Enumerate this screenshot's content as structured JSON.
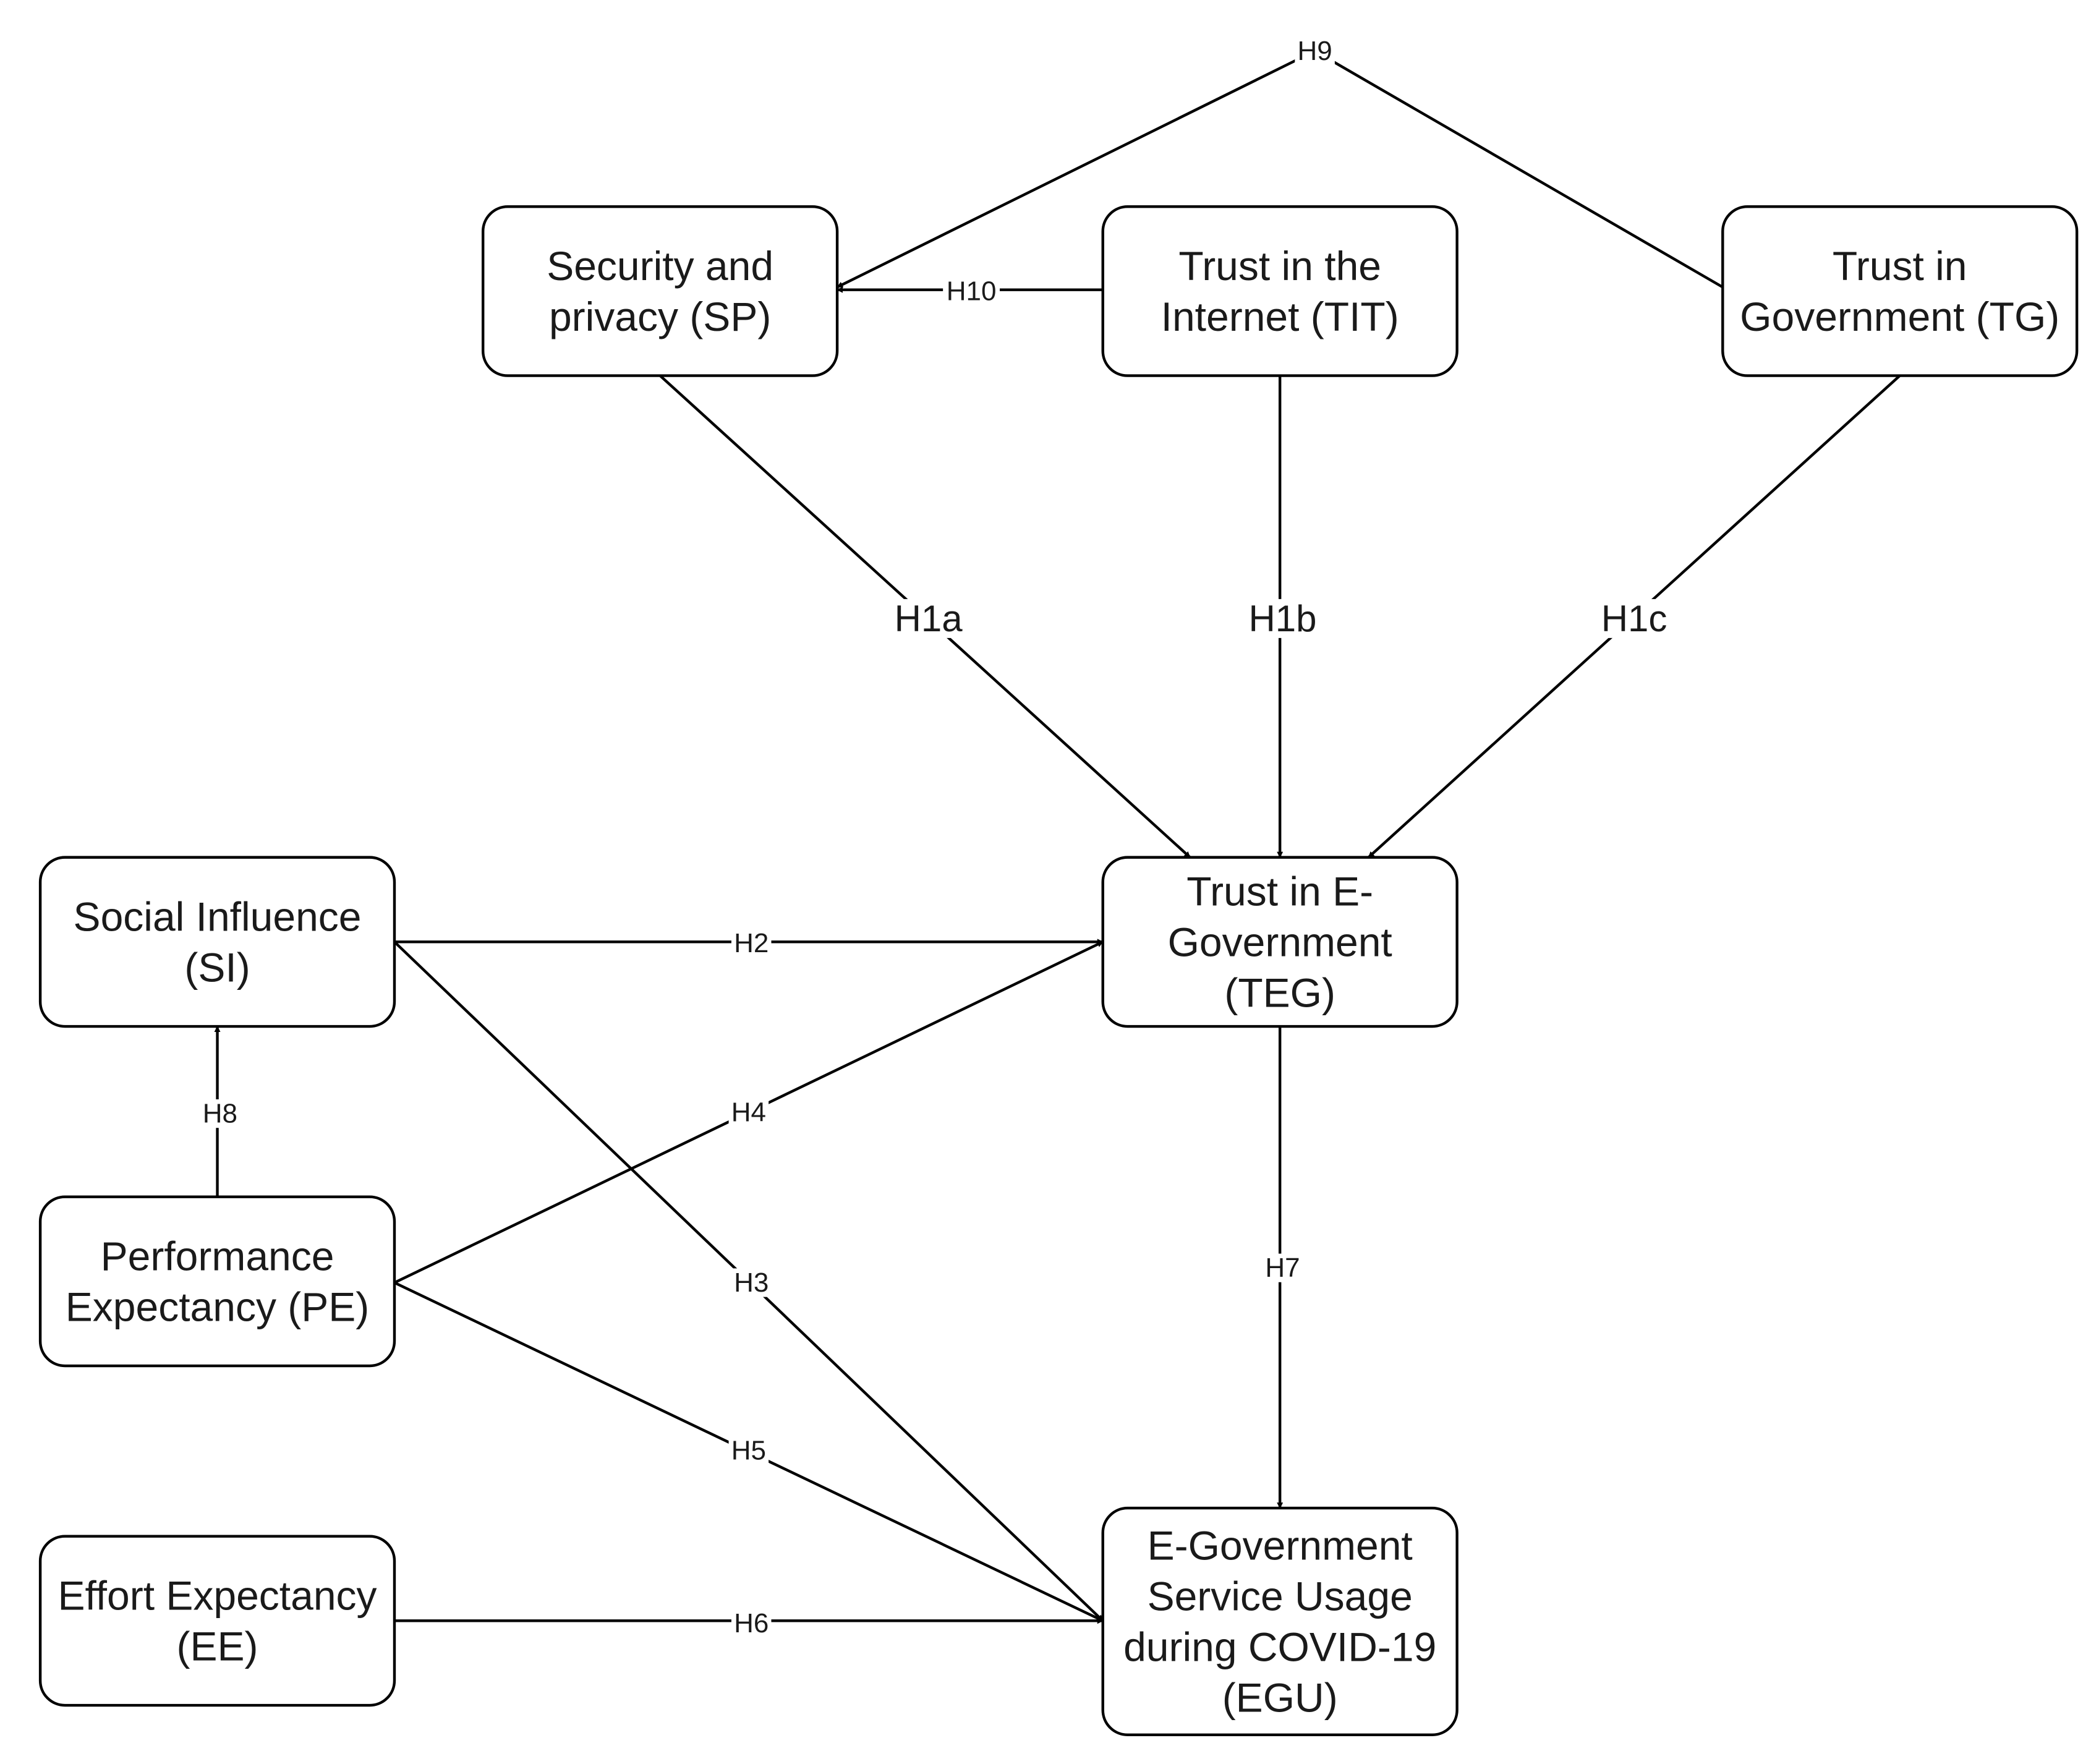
{
  "diagram": {
    "nodes": [
      {
        "id": "SP",
        "lines": [
          "Security and",
          "privacy (SP)"
        ]
      },
      {
        "id": "TIT",
        "lines": [
          "Trust in the",
          "Internet (TIT)"
        ]
      },
      {
        "id": "TG",
        "lines": [
          "Trust in",
          "Government (TG)"
        ]
      },
      {
        "id": "SI",
        "lines": [
          "Social Influence",
          "(SI)"
        ]
      },
      {
        "id": "TEG",
        "lines": [
          "Trust in E-",
          "Government",
          "(TEG)"
        ]
      },
      {
        "id": "PE",
        "lines": [
          "Performance",
          "Expectancy (PE)"
        ]
      },
      {
        "id": "EE",
        "lines": [
          "Effort Expectancy",
          "(EE)"
        ]
      },
      {
        "id": "EGU",
        "lines": [
          "E-Government",
          "Service Usage",
          "during COVID-19",
          "(EGU)"
        ]
      }
    ],
    "edges": [
      {
        "id": "H9",
        "label": "H9",
        "from": "TG",
        "to": "SP"
      },
      {
        "id": "H10",
        "label": "H10",
        "from": "TIT",
        "to": "SP"
      },
      {
        "id": "H1a",
        "label": "H1a",
        "from": "SP",
        "to": "TEG"
      },
      {
        "id": "H1b",
        "label": "H1b",
        "from": "TIT",
        "to": "TEG"
      },
      {
        "id": "H1c",
        "label": "H1c",
        "from": "TG",
        "to": "TEG"
      },
      {
        "id": "H2",
        "label": "H2",
        "from": "SI",
        "to": "TEG"
      },
      {
        "id": "H3",
        "label": "H3",
        "from": "SI",
        "to": "EGU"
      },
      {
        "id": "H4",
        "label": "H4",
        "from": "PE",
        "to": "TEG"
      },
      {
        "id": "H5",
        "label": "H5",
        "from": "PE",
        "to": "EGU"
      },
      {
        "id": "H6",
        "label": "H6",
        "from": "EE",
        "to": "EGU"
      },
      {
        "id": "H7",
        "label": "H7",
        "from": "TEG",
        "to": "EGU"
      },
      {
        "id": "H8",
        "label": "H8",
        "from": "PE",
        "to": "SI"
      }
    ]
  }
}
